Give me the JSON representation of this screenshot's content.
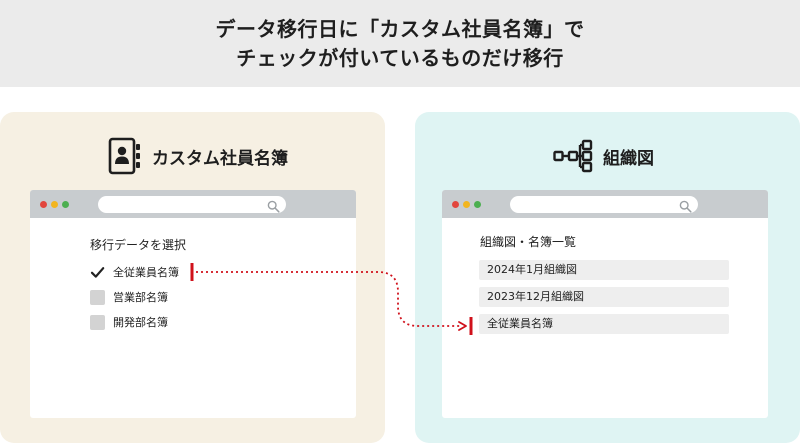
{
  "header": {
    "line1": "データ移行日に「カスタム社員名簿」で",
    "line2": "チェックが付いているものだけ移行"
  },
  "left_panel": {
    "title": "カスタム社員名簿",
    "icon": "contact-book-icon",
    "list_heading": "移行データを選択",
    "items": [
      {
        "label": "全従業員名簿",
        "checked": true
      },
      {
        "label": "営業部名簿",
        "checked": false
      },
      {
        "label": "開発部名簿",
        "checked": false
      }
    ]
  },
  "right_panel": {
    "title": "組織図",
    "icon": "org-chart-icon",
    "list_heading": "組織図・名簿一覧",
    "items": [
      {
        "label": "2024年1月組織図"
      },
      {
        "label": "2023年12月組織図"
      },
      {
        "label": "全従業員名簿"
      }
    ]
  },
  "colors": {
    "dot_red": "#e2463e",
    "dot_yellow": "#f2b51f",
    "dot_green": "#4caf50",
    "accent_red": "#d0111b",
    "left_panel_bg": "#f6f0e3",
    "right_panel_bg": "#dff4f3",
    "banner_bg": "#ebebeb"
  }
}
